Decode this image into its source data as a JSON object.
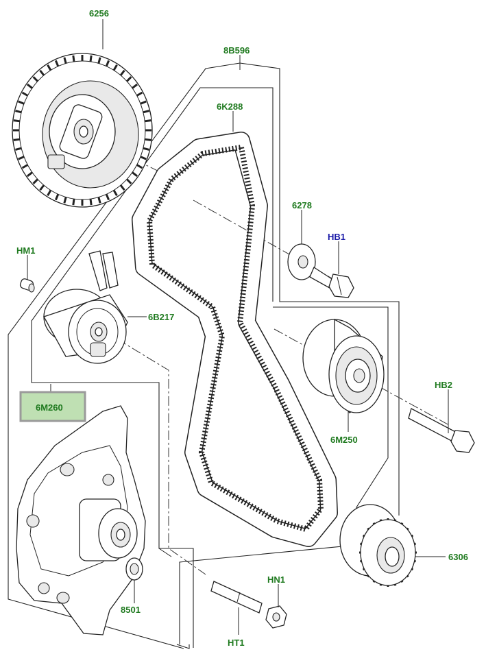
{
  "colors": {
    "callout_green": "#1f7a1f",
    "callout_blue": "#1a1aa8",
    "highlight_fill": "#bfe0b3",
    "highlight_border": "#9a9a9a"
  },
  "callouts": {
    "p6256": "6256",
    "p8B596": "8B596",
    "p6K288": "6K288",
    "p6278": "6278",
    "pHB1": "HB1",
    "pHM1": "HM1",
    "p6B217": "6B217",
    "p6M260": "6M260",
    "pHB2": "HB2",
    "p6M250": "6M250",
    "p6306": "6306",
    "pHN1": "HN1",
    "p8501": "8501",
    "pHT1": "HT1"
  },
  "selected_part": "6M260"
}
